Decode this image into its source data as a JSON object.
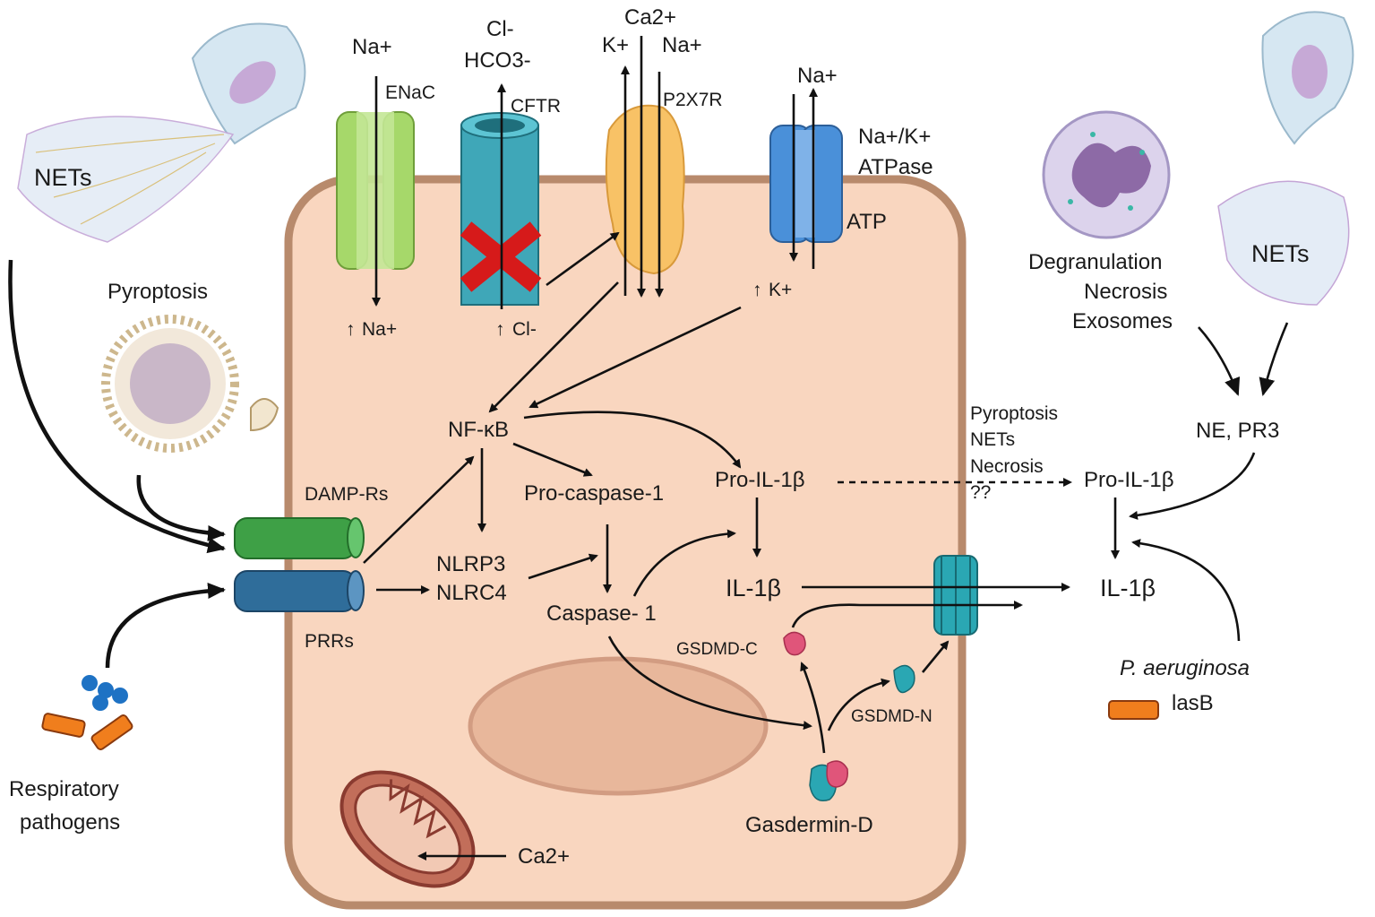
{
  "colors": {
    "cell_fill": "#f9d6bf",
    "cell_border": "#b88a6c",
    "enac": "#a6d86a",
    "cftr": "#3fa7b8",
    "p2x7r": "#f8c266",
    "atpase": "#4a90d9",
    "damp_receptor": "#3ea046",
    "prr_receptor": "#2f6d9a",
    "inhibition_mark": "#d61a1a",
    "gsdmd_c": "#e0557a",
    "gsdmd_n": "#2aa7b3"
  },
  "channels": {
    "enac": {
      "name": "ENaC",
      "top_ion": "Na+",
      "bottom_ion": "Na+"
    },
    "cftr": {
      "name": "CFTR",
      "top_ion_1": "Cl-",
      "top_ion_2": "HCO3-",
      "bottom_ion": "Cl-"
    },
    "p2x7r": {
      "name": "P2X7R",
      "top_ion_ca": "Ca2+",
      "top_ion_k": "K+",
      "top_ion_na": "Na+"
    },
    "atpase": {
      "name_line1": "Na+/K+",
      "name_line2": "ATPase",
      "top_ion": "Na+",
      "atp": "ATP",
      "bottom_ion": "K+"
    }
  },
  "left": {
    "nets": "NETs",
    "pyroptosis": "Pyroptosis",
    "damp_rs": "DAMP-Rs",
    "prrs": "PRRs",
    "pathogens_line1": "Respiratory",
    "pathogens_line2": "pathogens"
  },
  "pathway": {
    "nfkb": "NF-κB",
    "nlrp3": "NLRP3",
    "nlrc4": "NLRC4",
    "pro_caspase": "Pro-caspase-1",
    "caspase": "Caspase- 1",
    "pro_il1b": "Pro-IL-1β",
    "il1b": "IL-1β",
    "gsdmd_c": "GSDMD-C",
    "gsdmd_n": "GSDMD-N",
    "gasdermin": "Gasdermin-D",
    "ca": "Ca2+"
  },
  "right": {
    "degranulation": "Degranulation",
    "necrosis": "Necrosis",
    "exosomes": "Exosomes",
    "nets": "NETs",
    "ne_pr3": "NE,  PR3",
    "release_1": "Pyroptosis",
    "release_2": "NETs",
    "release_3": "Necrosis",
    "release_4": "??",
    "pro_il1b": "Pro-IL-1β",
    "il1b": "IL-1β",
    "pa_species": "P. aeruginosa",
    "lasb": "lasB"
  }
}
